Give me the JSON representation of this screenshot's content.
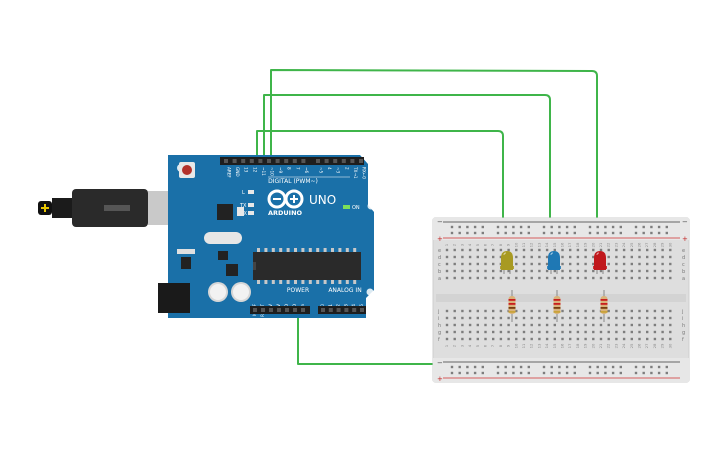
{
  "arduino": {
    "logo_text": "ARDUINO",
    "model": "UNO",
    "digital_label": "DIGITAL (PWM~)",
    "power_label": "POWER",
    "analog_label": "ANALOG IN",
    "on_label": "ON",
    "led_labels": [
      "L",
      "TX",
      "RX"
    ],
    "digital_pins": [
      "AREF",
      "GND",
      "13",
      "12",
      "~11",
      "~10",
      "~9",
      "8",
      "7",
      "~6",
      "~5",
      "4",
      "~3",
      "2",
      "TX→1",
      "RX←0"
    ],
    "power_pins": [
      "IOREF",
      "RESET",
      "3.3V",
      "5V",
      "GND",
      "GND",
      "Vin"
    ],
    "analog_pins": [
      "A0",
      "A1",
      "A2",
      "A3",
      "A4",
      "A5"
    ]
  },
  "breadboard": {
    "row_letters_top": [
      "a",
      "b",
      "c",
      "d",
      "e"
    ],
    "row_letters_bottom": [
      "f",
      "g",
      "h",
      "i",
      "j"
    ],
    "column_numbers": [
      "1",
      "2",
      "3",
      "4",
      "5",
      "6",
      "7",
      "8",
      "9",
      "10",
      "11",
      "12",
      "13",
      "14",
      "15",
      "16",
      "17",
      "18",
      "19",
      "20",
      "21",
      "22",
      "23",
      "24",
      "25",
      "26",
      "27",
      "28",
      "29",
      "30"
    ],
    "rail_plus": "+",
    "rail_minus": "−"
  },
  "components": {
    "leds": [
      {
        "color": "yellow",
        "hex": "#a89a22"
      },
      {
        "color": "blue",
        "hex": "#1f78b4"
      },
      {
        "color": "red",
        "hex": "#c0181c"
      }
    ],
    "wire_color": "#3fb54a",
    "board_color": "#1a70a8"
  }
}
